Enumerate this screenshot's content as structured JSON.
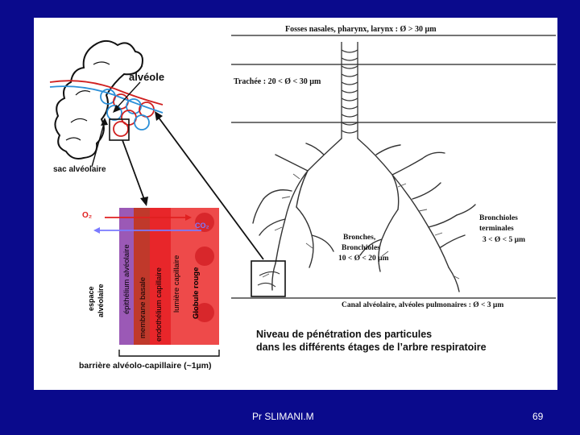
{
  "labels": {
    "alveole": "alvéole",
    "sac": "sac alvéolaire",
    "fosses": "Fosses nasales, pharynx, larynx : Ø > 30 µm",
    "trachee": "Trachée : 20 < Ø < 30 µm",
    "bronchioles_1": "Bronchioles",
    "bronchioles_2": "terminales",
    "bronchioles_3": "3 < Ø < 5 µm",
    "bronches_1": "Bronches,",
    "bronches_2": "Bronchioles",
    "bronches_3": "10 < Ø < 20 µm",
    "canal": "Canal alvéolaire, alvéoles pulmonaires : Ø < 3 µm",
    "niveau_1": "Niveau de pénétration des particules",
    "niveau_2": "dans les différents étages de l’arbre respiratoire",
    "barriere": "barrière alvéolo-capillaire (~1µm)",
    "o2": "O₂",
    "co2": "CO₂",
    "espace_1": "espace",
    "espace_2": "alvéolaire",
    "epithelium": "épithélium alvéolaire",
    "membrane": "membrane basale",
    "endothelium": "endothélium capillaire",
    "lumiere": "lumière capillaire",
    "globule": "Globule rouge"
  },
  "footer": {
    "author": "Pr SLIMANI.M",
    "page": "69"
  },
  "colors": {
    "background": "#0a0a8c",
    "epithelium": "#9b59b6",
    "membrane": "#c0392b",
    "endothelium": "#e8262a",
    "lumiere": "#ee3b3b",
    "o2_arrow": "#e02020",
    "co2_arrow": "#7a7aff"
  }
}
